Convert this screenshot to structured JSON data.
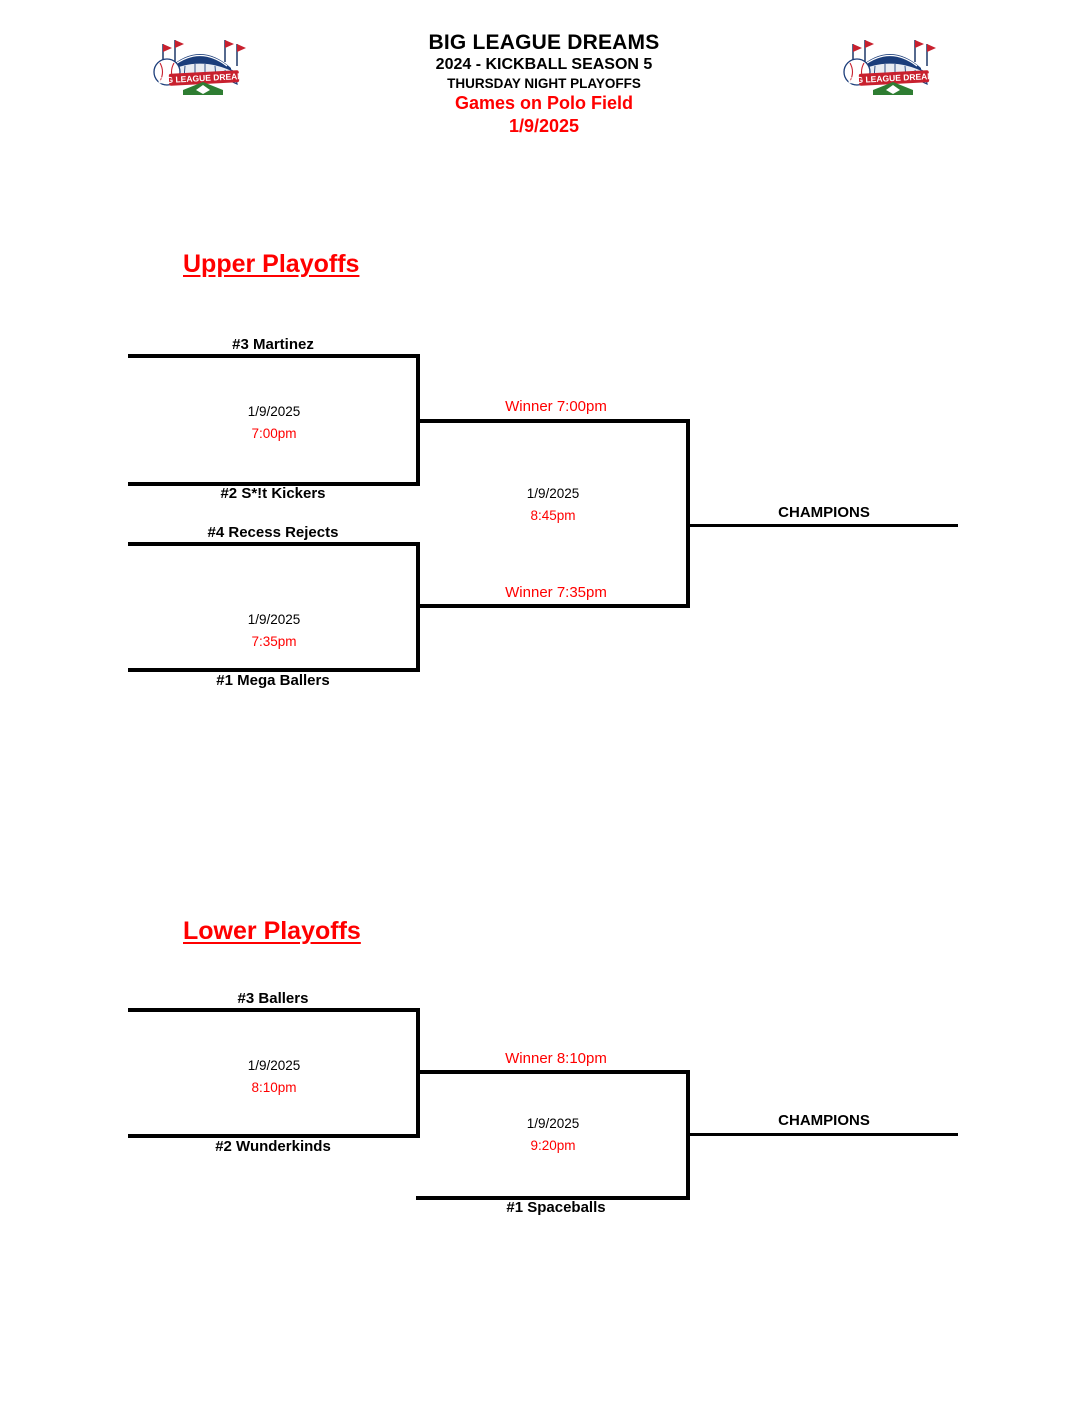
{
  "header": {
    "title": "BIG LEAGUE DREAMS",
    "season": "2024 - KICKBALL SEASON 5",
    "night": "THURSDAY  NIGHT PLAYOFFS",
    "field": "Games on Polo Field",
    "date": "1/9/2025",
    "logo_name": "big-league-dreams-logo",
    "accent_red": "#ff0000",
    "text_black": "#000000"
  },
  "brackets": [
    {
      "heading": "Upper Playoffs",
      "round1": [
        {
          "top_team": "#3 Martinez",
          "bottom_team": "#2 S*!t Kickers",
          "date": "1/9/2025",
          "time": "7:00pm"
        },
        {
          "top_team": "#4 Recess Rejects",
          "bottom_team": "#1 Mega Ballers",
          "date": "1/9/2025",
          "time": "7:35pm"
        }
      ],
      "final": {
        "top_slot": "Winner 7:00pm",
        "bottom_slot": "Winner 7:35pm",
        "date": "1/9/2025",
        "time": "8:45pm"
      },
      "champions_label": "CHAMPIONS"
    },
    {
      "heading": "Lower Playoffs",
      "round1": [
        {
          "top_team": "#3 Ballers",
          "bottom_team": "#2 Wunderkinds",
          "date": "1/9/2025",
          "time": "8:10pm"
        }
      ],
      "final": {
        "top_slot": "Winner 8:10pm",
        "bottom_slot": "#1 Spaceballs",
        "date": "1/9/2025",
        "time": "9:20pm"
      },
      "champions_label": "CHAMPIONS"
    }
  ]
}
